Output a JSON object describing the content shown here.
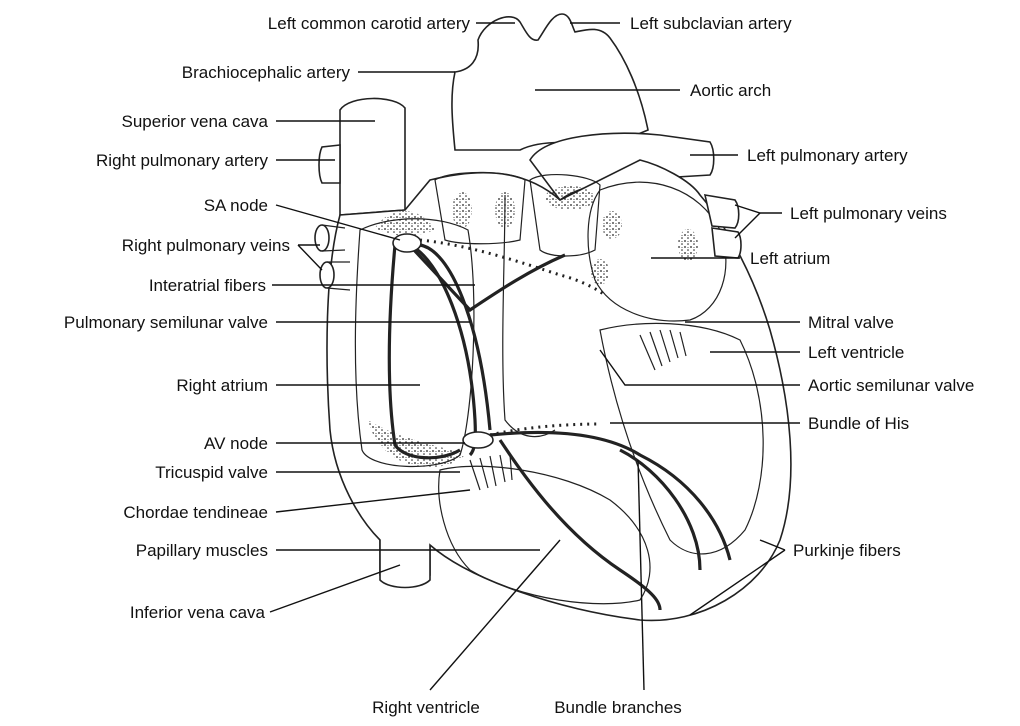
{
  "labels": {
    "left_common_carotid": "Left common carotid artery",
    "left_subclavian": "Left subclavian artery",
    "brachiocephalic": "Brachiocephalic artery",
    "aortic_arch": "Aortic arch",
    "superior_vena_cava": "Superior vena cava",
    "right_pulmonary_artery": "Right pulmonary artery",
    "left_pulmonary_artery": "Left pulmonary artery",
    "sa_node": "SA node",
    "left_pulmonary_veins": "Left pulmonary veins",
    "right_pulmonary_veins": "Right pulmonary veins",
    "left_atrium": "Left atrium",
    "interatrial_fibers": "Interatrial fibers",
    "pulmonary_semilunar_valve": "Pulmonary semilunar valve",
    "mitral_valve": "Mitral valve",
    "left_ventricle": "Left ventricle",
    "right_atrium": "Right atrium",
    "aortic_semilunar_valve": "Aortic semilunar valve",
    "av_node": "AV node",
    "bundle_of_his": "Bundle of His",
    "tricuspid_valve": "Tricuspid valve",
    "chordae_tendineae": "Chordae tendineae",
    "papillary_muscles": "Papillary muscles",
    "purkinje_fibers": "Purkinje fibers",
    "inferior_vena_cava": "Inferior vena cava",
    "right_ventricle": "Right ventricle",
    "bundle_branches": "Bundle branches"
  }
}
